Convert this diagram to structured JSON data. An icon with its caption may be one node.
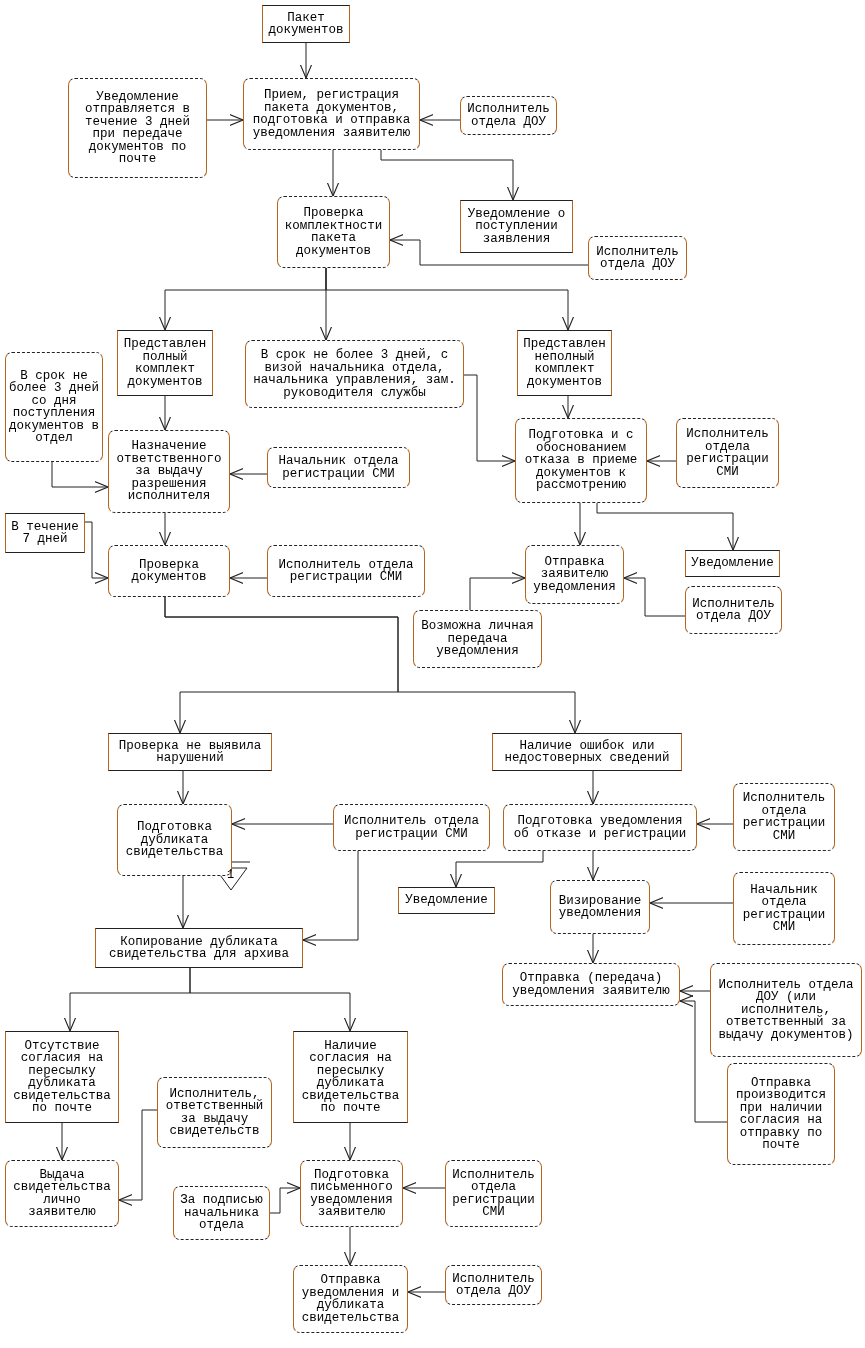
{
  "diagram": {
    "nodes": [
      {
        "text": [
          "Пакет документов"
        ]
      },
      {
        "text": [
          "Уведомление отправляется в течение 3 дней при передаче документов по почте"
        ]
      },
      {
        "text": [
          "Прием, регистрация пакета документов, подготовка и отправка уведомления заявителю"
        ]
      },
      {
        "text": [
          "Исполнитель отдела ДОУ"
        ]
      },
      {
        "text": [
          "Проверка комплектности пакета документов"
        ]
      },
      {
        "text": [
          "Уведомление о поступлении заявления"
        ]
      },
      {
        "text": [
          "Исполнитель отдела ДОУ"
        ]
      },
      {
        "text": [
          "Представлен полный комплект документов"
        ]
      },
      {
        "text": [
          "В срок не более 3 дней, с визой начальника отдела, начальника управления, зам. руководителя службы"
        ]
      },
      {
        "text": [
          "Представлен неполный комплект документов"
        ]
      },
      {
        "text": [
          "В срок не более 3 дней со дня поступления документов в отдел"
        ]
      },
      {
        "text": [
          "Назначение ответственного за выдачу разрешения исполнителя"
        ]
      },
      {
        "text": [
          "Начальник отдела регистрации СМИ"
        ]
      },
      {
        "text": [
          "Подготовка и с обоснованием отказа в приеме документов к рассмотрению"
        ]
      },
      {
        "text": [
          "Исполнитель отдела регистрации СМИ"
        ]
      },
      {
        "text": [
          "В течение 7 дней"
        ]
      },
      {
        "text": [
          "Проверка документов"
        ]
      },
      {
        "text": [
          "Исполнитель отдела регистрации СМИ"
        ]
      },
      {
        "text": [
          "Отправка заявителю уведомления"
        ]
      },
      {
        "text": [
          "Уведомление"
        ]
      },
      {
        "text": [
          "Исполнитель отдела ДОУ"
        ]
      },
      {
        "text": [
          "Возможна личная передача уведомления"
        ]
      },
      {
        "text": [
          "Проверка не выявила нарушений"
        ]
      },
      {
        "text": [
          "Наличие ошибок или недостоверных сведений"
        ]
      },
      {
        "text": [
          "Подготовка дубликата свидетельства"
        ]
      },
      {
        "text": [
          "Исполнитель отдела регистрации СМИ"
        ]
      },
      {
        "text": [
          "Подготовка уведомления об отказе и регистрации"
        ]
      },
      {
        "text": [
          "Исполнитель отдела регистрации СМИ"
        ]
      },
      {
        "text": [
          "Уведомление"
        ]
      },
      {
        "text": [
          "Визирование уведомления"
        ]
      },
      {
        "text": [
          "Начальник отдела регистрации СМИ"
        ]
      },
      {
        "text": [
          "Копирование дубликата свидетельства для архива"
        ]
      },
      {
        "text": [
          "Отправка (передача) уведомления заявителю"
        ]
      },
      {
        "text": [
          "Исполнитель отдела ДОУ (или исполнитель, ответственный за выдачу документов)"
        ]
      },
      {
        "text": [
          "Отсутствие согласия на пересылку дубликата свидетельства по почте"
        ]
      },
      {
        "text": [
          "Наличие согласия на пересылку дубликата свидетельства по почте"
        ]
      },
      {
        "text": [
          "Исполнитель, ответственный за выдачу свидетельств"
        ]
      },
      {
        "text": [
          "Отправка производится при наличии согласия на отправку по почте"
        ]
      },
      {
        "text": [
          "Выдача свидетельства лично заявителю"
        ]
      },
      {
        "text": [
          "За подписью начальника отдела"
        ]
      },
      {
        "text": [
          "Подготовка письменного уведомления заявителю"
        ]
      },
      {
        "text": [
          "Исполнитель отдела регистрации СМИ"
        ]
      },
      {
        "text": [
          "Отправка уведомления и дубликата свидетельства"
        ]
      },
      {
        "text": [
          "Исполнитель отдела ДОУ"
        ]
      }
    ],
    "edges": [
      {
        "from": 0,
        "to": 2,
        "arrow": "to"
      },
      {
        "from": 1,
        "to": 2,
        "arrow": "to"
      },
      {
        "from": 3,
        "to": 2,
        "arrow": "to"
      },
      {
        "from": 2,
        "to": 4,
        "arrow": "to"
      },
      {
        "from": 2,
        "to": 5,
        "arrow": "to"
      },
      {
        "from": 6,
        "to": 4,
        "arrow": "to"
      },
      {
        "from": 4,
        "to": 7,
        "arrow": "to"
      },
      {
        "from": 4,
        "to": 8,
        "arrow": "to"
      },
      {
        "from": 4,
        "to": 9,
        "arrow": "to"
      },
      {
        "from": 10,
        "to": 11,
        "arrow": "to"
      },
      {
        "from": 7,
        "to": 11,
        "arrow": "to"
      },
      {
        "from": 8,
        "to": 13,
        "arrow": "to"
      },
      {
        "from": 9,
        "to": 13,
        "arrow": "to"
      },
      {
        "from": 12,
        "to": 11,
        "arrow": "to"
      },
      {
        "from": 14,
        "to": 13,
        "arrow": "to"
      },
      {
        "from": 11,
        "to": 16,
        "arrow": "to"
      },
      {
        "from": 15,
        "to": 16,
        "arrow": "to"
      },
      {
        "from": 17,
        "to": 16,
        "arrow": "to"
      },
      {
        "from": 13,
        "to": 18,
        "arrow": "to"
      },
      {
        "from": 13,
        "to": 19,
        "arrow": "to"
      },
      {
        "from": 20,
        "to": 18,
        "arrow": "to"
      },
      {
        "from": 21,
        "to": 18,
        "arrow": "to"
      },
      {
        "from": 16,
        "to": 22,
        "arrow": "to"
      },
      {
        "from": 16,
        "to": 23,
        "arrow": "to"
      },
      {
        "from": 22,
        "to": 24,
        "arrow": "to"
      },
      {
        "from": 23,
        "to": 26,
        "arrow": "to"
      },
      {
        "from": 25,
        "to": 24,
        "arrow": "to"
      },
      {
        "from": 27,
        "to": 26,
        "arrow": "to"
      },
      {
        "from": 25,
        "to": 31,
        "arrow": "to"
      },
      {
        "from": 26,
        "to": 28,
        "arrow": "to"
      },
      {
        "from": 26,
        "to": 29,
        "arrow": "to"
      },
      {
        "from": 30,
        "to": 29,
        "arrow": "to"
      },
      {
        "from": 24,
        "to": 31,
        "arrow": "to"
      },
      {
        "from": 29,
        "to": 32,
        "arrow": "to"
      },
      {
        "from": 33,
        "to": 32,
        "arrow": "to"
      },
      {
        "from": 37,
        "to": 32,
        "arrow": "to"
      },
      {
        "from": 31,
        "to": 34,
        "arrow": "to"
      },
      {
        "from": 31,
        "to": 35,
        "arrow": "to"
      },
      {
        "from": 34,
        "to": 38,
        "arrow": "to"
      },
      {
        "from": 36,
        "to": 38,
        "arrow": "to"
      },
      {
        "from": 35,
        "to": 40,
        "arrow": "to"
      },
      {
        "from": 39,
        "to": 40,
        "arrow": "to"
      },
      {
        "from": 41,
        "to": 40,
        "arrow": "to"
      },
      {
        "from": 40,
        "to": 42,
        "arrow": "to"
      },
      {
        "from": 43,
        "to": 42,
        "arrow": "to"
      }
    ],
    "labels": [
      "1"
    ]
  }
}
